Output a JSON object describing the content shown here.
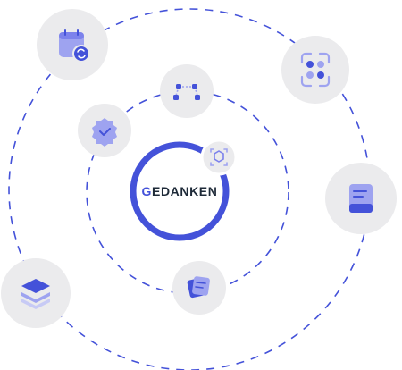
{
  "brand": {
    "name": "GEDANKEN",
    "accent_letter": "G"
  },
  "colors": {
    "primary": "#4452D9",
    "icon_light": "#9EA3F0",
    "icon_mid": "#7C82EC",
    "node_fill": "#EBEBED",
    "background": "#FFFFFF",
    "text_dark": "#1E2A38"
  },
  "nodes": [
    {
      "id": "calendar-sync",
      "icon": "calendar-sync-icon",
      "orbit": "outer"
    },
    {
      "id": "scan-apps",
      "icon": "scan-apps-icon",
      "orbit": "outer"
    },
    {
      "id": "document",
      "icon": "document-icon",
      "orbit": "outer"
    },
    {
      "id": "layers",
      "icon": "layers-icon",
      "orbit": "outer"
    },
    {
      "id": "nodes-network",
      "icon": "nodes-network-icon",
      "orbit": "inner"
    },
    {
      "id": "verified",
      "icon": "verified-badge-icon",
      "orbit": "inner"
    },
    {
      "id": "notes",
      "icon": "notes-stack-icon",
      "orbit": "inner"
    },
    {
      "id": "focus",
      "icon": "focus-cube-icon",
      "orbit": "center"
    }
  ]
}
